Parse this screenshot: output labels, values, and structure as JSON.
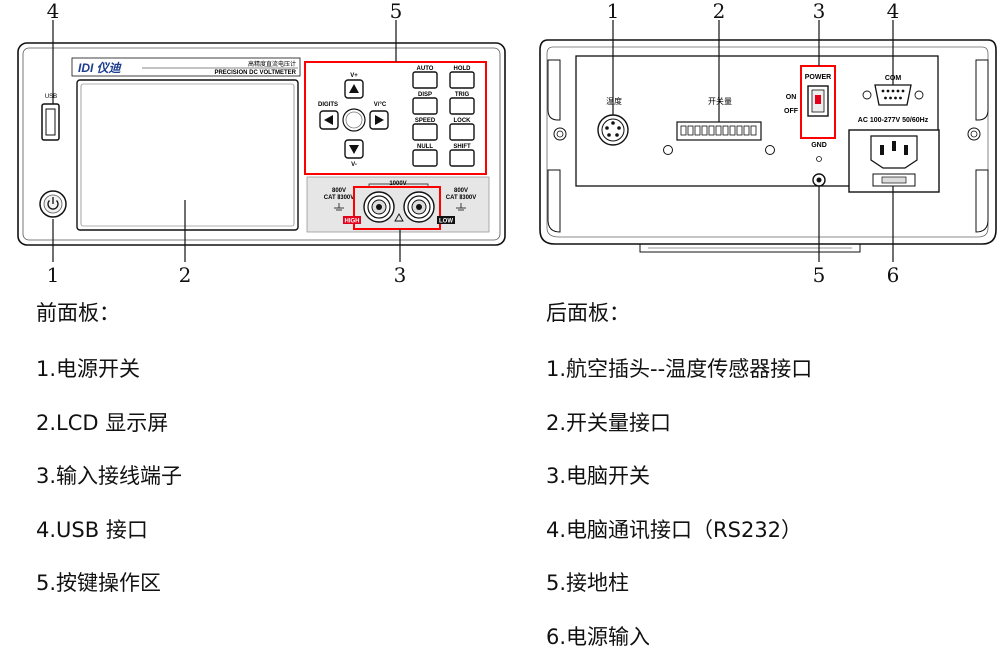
{
  "callouts": {
    "front": [
      "4",
      "5",
      "1",
      "2",
      "3"
    ],
    "rear": [
      "1",
      "2",
      "3",
      "4",
      "5",
      "6"
    ]
  },
  "device_front": {
    "brand": "IDI 仪迪",
    "model_cn": "高精度直流电压计",
    "model_en": "PRECISION DC VOLTMETER",
    "usb_label": "USB",
    "keys": {
      "up": "V+",
      "down": "V-",
      "left": "DIGITS",
      "right": "V/°C",
      "function": [
        "AUTO",
        "HOLD",
        "DISP",
        "TRIG",
        "SPEED",
        "LOCK",
        "NULL",
        "SHIFT"
      ]
    },
    "terminals": {
      "left_rating": "800V",
      "left_cat": "CAT Ⅱ300V",
      "middle_rating": "1000V",
      "right_rating": "800V",
      "right_cat": "CAT Ⅱ300V",
      "high": "HIGH",
      "low": "LOW"
    }
  },
  "device_rear": {
    "temp_label": "温度",
    "switch_label": "开关量",
    "power_label": "POWER",
    "on_label": "ON",
    "off_label": "OFF",
    "com_label": "COM",
    "ac_label": "AC 100-277V 50/60Hz",
    "gnd_label": "GND"
  },
  "legend": {
    "front_title": "前面板：",
    "front_items": [
      "1.电源开关",
      "2.LCD 显示屏",
      "3.输入接线端子",
      "4.USB 接口",
      "5.按键操作区"
    ],
    "rear_title": "后面板：",
    "rear_items": [
      "1.航空插头--温度传感器接口",
      "2.开关量接口",
      "3.电脑开关",
      "4.电脑通讯接口（RS232）",
      "5.接地柱",
      "6.电源输入"
    ]
  }
}
